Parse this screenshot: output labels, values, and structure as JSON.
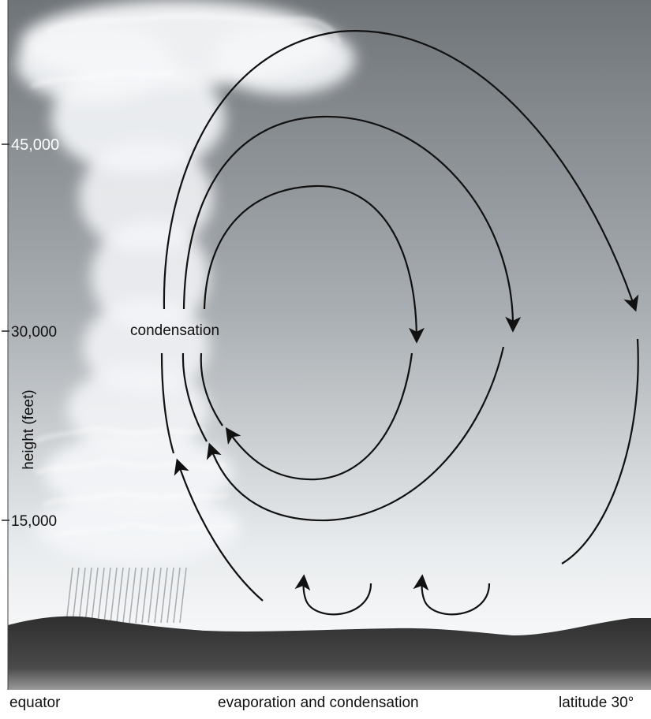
{
  "axis": {
    "title": "height (feet)",
    "ticks": [
      "45,000",
      "30,000",
      "15,000"
    ]
  },
  "labels": {
    "cloud": "condensation",
    "left": "equator",
    "center": "evaporation and condensation",
    "right": "latitude 30°"
  },
  "colors": {
    "sky_top": "#6f7478",
    "sky_bottom": "#ffffff",
    "ground": "#3b3b3b",
    "cloud": "#f4f6f8",
    "arrow": "#111111"
  }
}
